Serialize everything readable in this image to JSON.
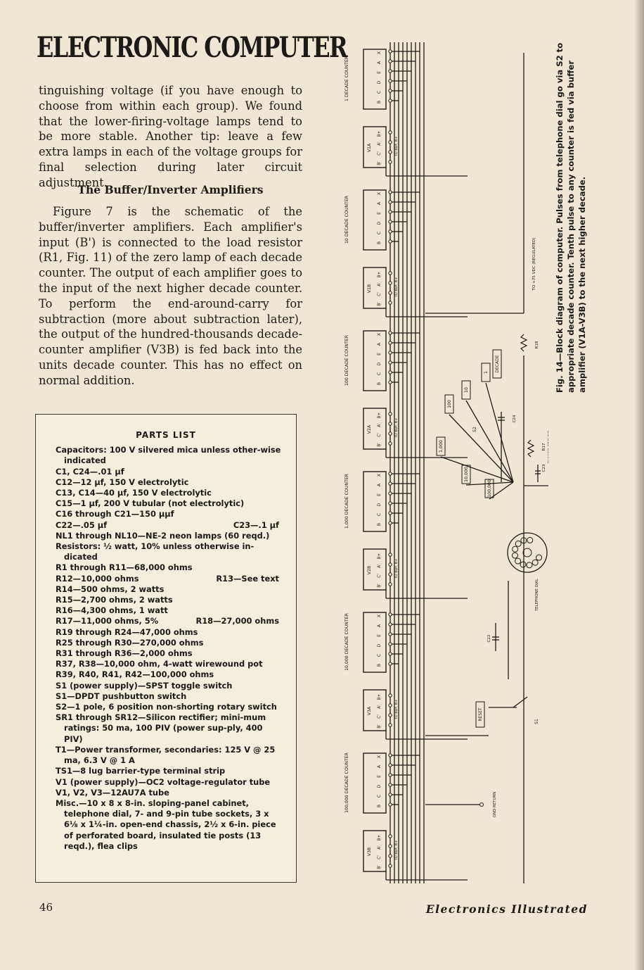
{
  "header": {
    "title": "ELECTRONIC COMPUTER"
  },
  "article": {
    "paragraph1": "tinguishing voltage (if you have enough to choose from within each group). We found that the lower-firing-voltage lamps tend to be more stable. Another tip: leave a few extra lamps in each of the voltage groups for final selection during later circuit adjustment.",
    "subheading": "The Buffer/Inverter Amplifiers",
    "paragraph2": "Figure 7 is the schematic of the buffer/inverter amplifiers. Each amplifier's input (B') is connected to the load resistor (R1, Fig. 11) of the zero lamp of each decade counter. The output of each amplifier goes to the input of the next higher decade counter. To perform the end-around-carry for subtraction (more about subtraction later), the output of the hundred-thousands decade-counter amplifier (V3B) is fed back into the units decade counter. This has no effect on normal addition."
  },
  "parts_list": {
    "title": "PARTS LIST",
    "lines": [
      {
        "cat": "Capacitors:",
        "text": " 100 V silvered mica unless other-wise indicated",
        "right": ""
      },
      {
        "cat": "",
        "text": "C1, C24—.01 μf",
        "right": ""
      },
      {
        "cat": "",
        "text": "C12—12 μf, 150 V electrolytic",
        "right": ""
      },
      {
        "cat": "",
        "text": "C13, C14—40 μf, 150 V electrolytic",
        "right": ""
      },
      {
        "cat": "",
        "text": "C15—1 μf, 200 V tubular (not electrolytic)",
        "right": ""
      },
      {
        "cat": "",
        "text": "C16 through C21—150 μμf",
        "right": ""
      },
      {
        "cat": "",
        "text": "C22—.05 μf",
        "right": "C23—.1 μf"
      },
      {
        "cat": "",
        "text": "NL1 through NL10—NE-2 neon lamps (60 reqd.)",
        "right": ""
      },
      {
        "cat": "Resistors:",
        "text": " ½ watt, 10% unless otherwise in-dicated",
        "right": ""
      },
      {
        "cat": "",
        "text": "R1 through R11—68,000 ohms",
        "right": ""
      },
      {
        "cat": "",
        "text": "R12—10,000 ohms",
        "right": "R13—See text"
      },
      {
        "cat": "",
        "text": "R14—500 ohms, 2 watts",
        "right": ""
      },
      {
        "cat": "",
        "text": "R15—2,700 ohms, 2 watts",
        "right": ""
      },
      {
        "cat": "",
        "text": "R16—4,300 ohms, 1 watt",
        "right": ""
      },
      {
        "cat": "",
        "text": "R17—11,000 ohms, 5%",
        "right": "R18—27,000 ohms"
      },
      {
        "cat": "",
        "text": "R19 through R24—47,000 ohms",
        "right": ""
      },
      {
        "cat": "",
        "text": "R25 through R30—270,000 ohms",
        "right": ""
      },
      {
        "cat": "",
        "text": "R31 through R36—2,000 ohms",
        "right": ""
      },
      {
        "cat": "",
        "text": "R37, R38—10,000 ohm, 4-watt wirewound pot",
        "right": ""
      },
      {
        "cat": "",
        "text": "R39, R40, R41, R42—100,000 ohms",
        "right": ""
      },
      {
        "cat": "",
        "text": "S1 (power supply)—SPST toggle switch",
        "right": ""
      },
      {
        "cat": "",
        "text": "S1—DPDT pushbutton switch",
        "right": ""
      },
      {
        "cat": "",
        "text": "S2—1 pole, 6 position non-shorting rotary switch",
        "right": ""
      },
      {
        "cat": "",
        "text": "SR1 through SR12—Silicon rectifier; mini-mum ratings: 50 ma, 100 PIV (power sup-ply, 400 PIV)",
        "right": ""
      },
      {
        "cat": "",
        "text": "T1—Power transformer, secondaries: 125 V @ 25 ma, 6.3 V @ 1 A",
        "right": ""
      },
      {
        "cat": "",
        "text": "TS1—8 lug barrier-type terminal strip",
        "right": ""
      },
      {
        "cat": "",
        "text": "V1 (power supply)—OC2 voltage-regulator tube",
        "right": ""
      },
      {
        "cat": "",
        "text": "V1, V2, V3—12AU7A tube",
        "right": ""
      },
      {
        "cat": "",
        "text": "Misc.—10 x 8 x 8-in. sloping-panel cabinet, telephone dial, 7- and 9-pin tube sockets, 3 x 6⅛ x 1¼-in. open-end chassis, 2½ x 6-in. piece of perforated board, insulated tie posts (13 reqd.), flea clips",
        "right": ""
      }
    ]
  },
  "figure": {
    "caption": "Fig. 14—Block diagram of computer. Pulses from telephone dial go via S2 to appropriate decade counter. Tenth pulse to any counter is fed via buffer amplifier (V1A-V3B) to the next higher decade.",
    "counter_labels": [
      "1 DECADE COUNTER",
      "10 DECADE COUNTER",
      "100 DECADE COUNTER",
      "1,000 DECADE COUNTER",
      "10,000 DECADE COUNTER",
      "100,000 DECADE COUNTER"
    ],
    "amp_labels": [
      "V1A",
      "V1B",
      "V2A",
      "V2B",
      "V3A",
      "V3B"
    ],
    "buf_label": "TO BUF. B+",
    "pin_labels": [
      "B",
      "C",
      "D",
      "E",
      "A",
      "X"
    ],
    "amp_pins": [
      "B'",
      "C'",
      "A'",
      "B+"
    ],
    "switch_positions": [
      "1",
      "10",
      "100",
      "1,000",
      "10,000",
      "100,000"
    ],
    "decade_label": "DECADE",
    "reset_label": "RESET",
    "s2_label": "S2",
    "s1_label": "S1",
    "c24_label": "C24",
    "c23_label": "C23",
    "c22_label": "C22",
    "r17_label": "R17",
    "r18_label": "R18",
    "vcc_label": "TO +75 VDC (REGULATED)",
    "ground_label": "CHASSIS GROUND",
    "dial_label": "TELEPHONE DIAL",
    "return_label": "GND RETURN"
  },
  "footer": {
    "page_number": "46",
    "publication": "Electronics Illustrated"
  }
}
